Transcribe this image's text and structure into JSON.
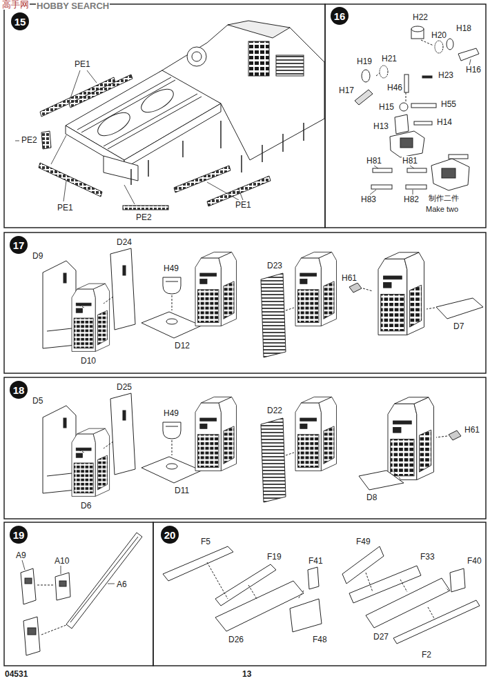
{
  "diagram": {
    "nodes": [
      {
        "text": [
          "15"
        ]
      },
      {
        "text": [
          "16"
        ]
      },
      {
        "text": [
          "17"
        ]
      },
      {
        "text": [
          "18"
        ]
      },
      {
        "text": [
          "19"
        ]
      },
      {
        "text": [
          "20"
        ]
      }
    ],
    "labels": [
      "高手网",
      "HOBBY SEARCH",
      "PE1",
      "PE2",
      "PE1",
      "PE2",
      "PE1",
      "H22",
      "H18",
      "H20",
      "H16",
      "H19",
      "H21",
      "H17",
      "H23",
      "H46",
      "H15",
      "H55",
      "H13",
      "H14",
      "H81",
      "H81",
      "H83",
      "H82",
      "制作二件",
      "Make two",
      "D9",
      "D24",
      "H49",
      "D23",
      "H61",
      "D10",
      "D12",
      "D7",
      "D5",
      "D25",
      "H49",
      "D22",
      "H61",
      "D6",
      "D11",
      "D8",
      "A9",
      "A10",
      "A6",
      "F5",
      "F19",
      "F41",
      "F49",
      "F33",
      "F40",
      "D26",
      "F48",
      "D27",
      "F2",
      "04531",
      "13"
    ]
  }
}
